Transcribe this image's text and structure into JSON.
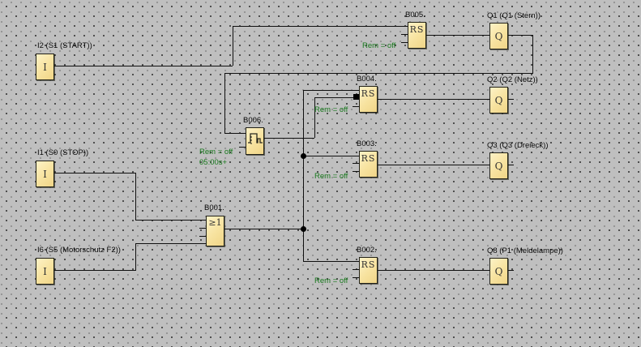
{
  "canvas": {
    "background": "#bfbfbf",
    "dot_color": "#3d3d3d",
    "wire_color": "#101010",
    "block_fill": "#f7e29e",
    "block_border": "#22221a",
    "label_color": "#0a0a0a",
    "param_color": "#17781c"
  },
  "blocks": {
    "i2": {
      "name": "I2",
      "label": "I2 (S1 (START))",
      "symbol": "I"
    },
    "i1": {
      "name": "I1",
      "label": "I1 (S0 (STOP))",
      "symbol": "I"
    },
    "i6": {
      "name": "I6",
      "label": "I6 (S5 (Motorschutz F2))",
      "symbol": "I"
    },
    "b001": {
      "name": "B001",
      "label": "B001.",
      "symbol": "≥1",
      "type": "or-gate"
    },
    "b006": {
      "name": "B006",
      "label": "B006.",
      "type": "pulse-relay",
      "param_rem": "Rem = off",
      "param_time": "05:00s+"
    },
    "b005": {
      "name": "B005",
      "label": "B005.",
      "symbol": "RS",
      "type": "rs-latch",
      "param_rem": "Rem = off"
    },
    "b004": {
      "name": "B004",
      "label": "B004.",
      "symbol": "RS",
      "type": "rs-latch",
      "param_rem": "Rem = off"
    },
    "b003": {
      "name": "B003",
      "label": "B003.",
      "symbol": "RS",
      "type": "rs-latch",
      "param_rem": "Rem = off"
    },
    "b002": {
      "name": "B002",
      "label": "B002.",
      "symbol": "RS",
      "type": "rs-latch",
      "param_rem": "Rem = off"
    },
    "q1": {
      "name": "Q1",
      "label": "Q1 (Q1 (Stern))",
      "symbol": "Q"
    },
    "q2": {
      "name": "Q2",
      "label": "Q2 (Q2 (Netz))",
      "symbol": "Q"
    },
    "q3": {
      "name": "Q3",
      "label": "Q3 (Q3 (Dreieck))",
      "symbol": "Q"
    },
    "q8": {
      "name": "Q8",
      "label": "Q8 (P1 (Meldelampe))",
      "symbol": "Q"
    }
  },
  "wires": {
    "segments": [
      [
        67,
        81,
        220,
        1
      ],
      [
        287,
        32,
        1,
        49
      ],
      [
        287,
        32,
        216,
        1
      ],
      [
        67,
        213,
        100,
        1
      ],
      [
        167,
        213,
        1,
        59
      ],
      [
        167,
        271,
        87,
        1
      ],
      [
        67,
        333,
        100,
        1
      ],
      [
        167,
        300,
        1,
        34
      ],
      [
        167,
        300,
        87,
        1
      ],
      [
        246,
        281,
        8,
        1
      ],
      [
        246,
        291,
        8,
        1
      ],
      [
        277,
        282,
        97,
        1
      ],
      [
        374,
        111,
        1,
        211
      ],
      [
        374,
        111,
        69,
        1
      ],
      [
        374,
        192,
        69,
        1
      ],
      [
        374,
        322,
        69,
        1
      ],
      [
        326,
        170,
        62,
        1
      ],
      [
        388,
        120,
        1,
        50
      ],
      [
        388,
        120,
        48,
        1
      ],
      [
        526,
        43,
        78,
        1
      ],
      [
        627,
        43,
        30,
        1
      ],
      [
        657,
        43,
        1,
        48
      ],
      [
        277,
        90,
        380,
        1
      ],
      [
        277,
        90,
        1,
        74
      ],
      [
        277,
        164,
        26,
        1
      ],
      [
        466,
        122,
        138,
        1
      ],
      [
        466,
        203,
        138,
        1
      ],
      [
        466,
        333,
        138,
        1
      ],
      [
        495,
        42,
        8,
        1
      ],
      [
        495,
        52,
        8,
        1
      ],
      [
        435,
        131,
        8,
        1
      ],
      [
        435,
        201,
        8,
        1
      ],
      [
        435,
        211,
        8,
        1
      ],
      [
        435,
        332,
        8,
        1
      ],
      [
        435,
        342,
        8,
        1
      ],
      [
        295,
        181,
        8,
        1
      ],
      [
        627,
        122,
        7,
        1
      ],
      [
        627,
        203,
        7,
        1
      ],
      [
        627,
        333,
        7,
        1
      ]
    ],
    "junction_dots": [
      [
        371,
        189
      ],
      [
        371,
        279
      ]
    ],
    "connector_squares": [
      [
        436,
        116
      ]
    ]
  }
}
